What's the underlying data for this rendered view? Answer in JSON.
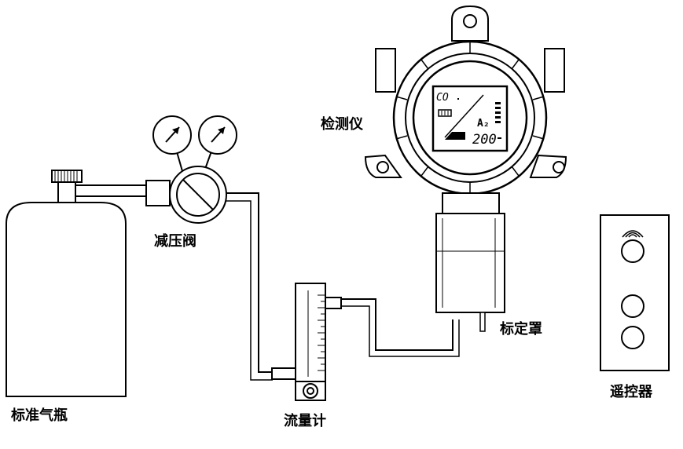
{
  "labels": {
    "cylinder": "标准气瓶",
    "regulator": "减压阀",
    "flowmeter": "流量计",
    "detector": "检测仪",
    "cap": "标定罩",
    "remote": "遥控器"
  },
  "display": {
    "gas": "CO",
    "unit": "A₂",
    "reading": "200"
  }
}
